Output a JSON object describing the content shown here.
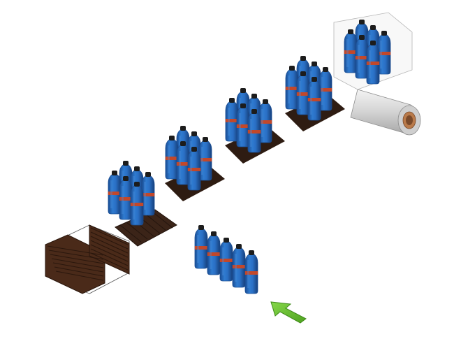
{
  "diagram": {
    "colors": {
      "background": "#ffffff",
      "bottle": "#2a6fc4",
      "bottle_dark": "#1a4d93",
      "bottle_light": "#4b8fe0",
      "cap": "#1c1c1c",
      "label_band": "#c2482a",
      "tray": "#3b2418",
      "tray_edge": "#24150d",
      "carton_wood": "#4a2a19",
      "carton_line": "#2a170d",
      "film_roll": "#dcdcdc",
      "film_core": "#b97a4a",
      "arrow": "#6cc12f",
      "arrow_edge": "#3f8a1a"
    },
    "steps": [
      {
        "id": "bottles-infeed",
        "stage": 1,
        "bottle_count": 5
      },
      {
        "id": "tray-forming",
        "stage": 2
      },
      {
        "id": "pack-on-tray",
        "stage": 3,
        "bottle_count": 6
      },
      {
        "id": "pack-grouping",
        "stage": 4,
        "bottle_count": 6
      },
      {
        "id": "pack-conveying",
        "stage": 5,
        "bottle_count": 6
      },
      {
        "id": "pack-wrapping",
        "stage": 6,
        "bottle_count": 6
      },
      {
        "id": "shrink-film-roll",
        "stage": 7
      }
    ],
    "flow_arrow_icon": "green-infeed-arrow"
  }
}
